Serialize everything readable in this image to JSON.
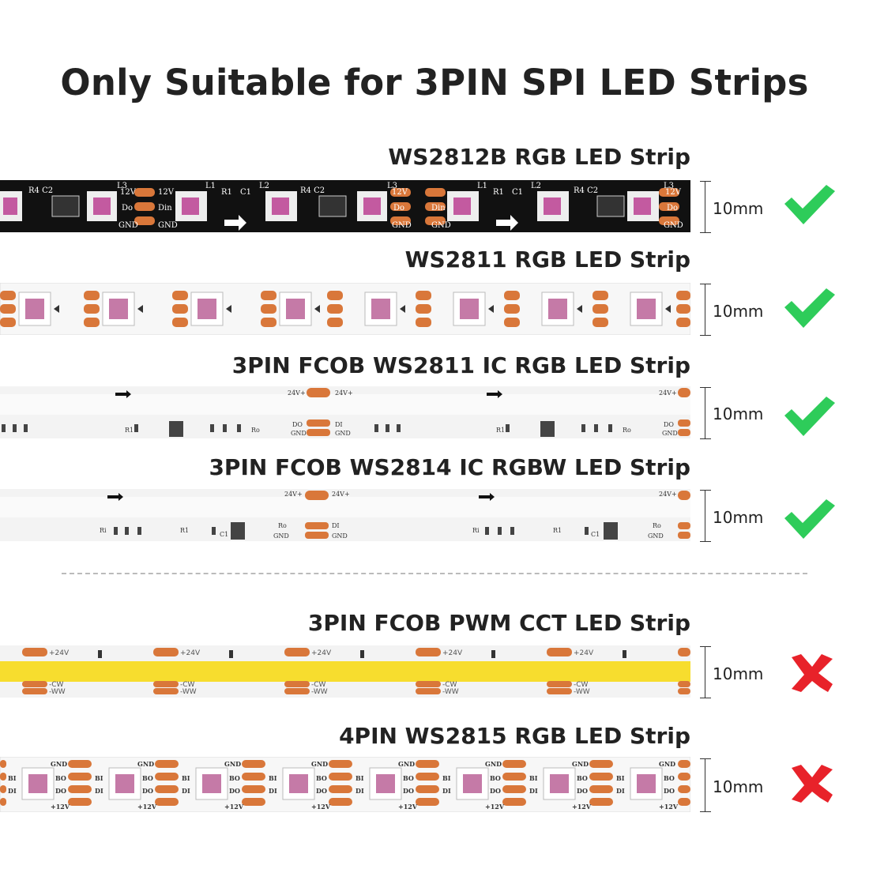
{
  "title": "Only Suitable for 3PIN SPI LED Strips",
  "strips": [
    {
      "label": "WS2812B RGB LED Strip",
      "width": "10mm",
      "compatible": true
    },
    {
      "label": "WS2811 RGB LED Strip",
      "width": "10mm",
      "compatible": true
    },
    {
      "label": "3PIN FCOB WS2811 IC RGB LED Strip",
      "width": "10mm",
      "compatible": true
    },
    {
      "label": "3PIN FCOB WS2814 IC RGBW LED Strip",
      "width": "10mm",
      "compatible": true
    },
    {
      "label": "3PIN FCOB PWM CCT LED Strip",
      "width": "10mm",
      "compatible": false
    },
    {
      "label": "4PIN WS2815 RGB LED Strip",
      "width": "10mm",
      "compatible": false
    }
  ],
  "icons": {
    "compatible": "green-check-icon",
    "incompatible": "red-cross-icon"
  },
  "colors": {
    "check": "#2ecc5a",
    "cross": "#e8222a",
    "pad": "#d9773a",
    "cob_yellow": "#f7dd2e",
    "strip_black": "#111111"
  }
}
